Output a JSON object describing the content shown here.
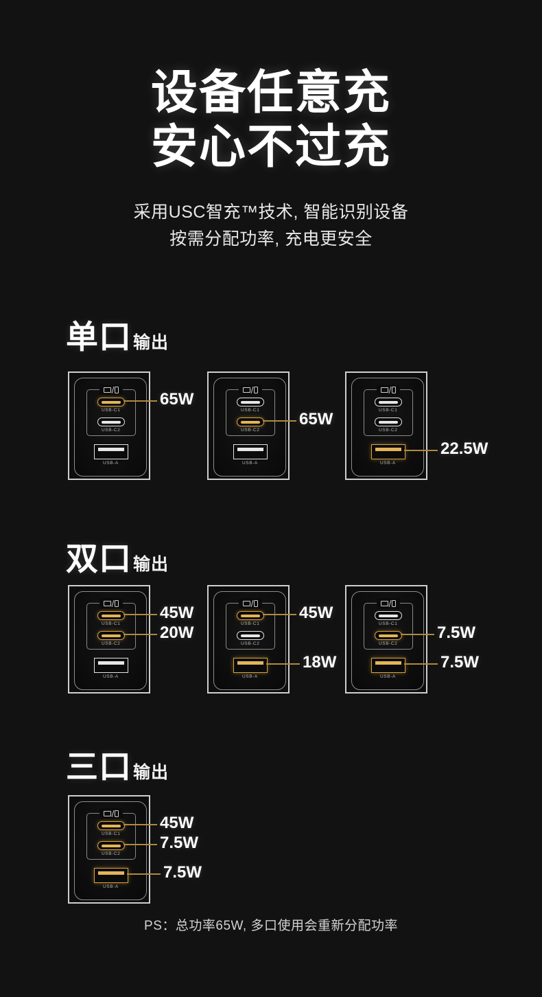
{
  "headline": {
    "line1": "设备任意充",
    "line2": "安心不过充"
  },
  "subhead": {
    "line1": "采用USC智充™技术, 智能识别设备",
    "line2": "按需分配功率, 充电更安全"
  },
  "port_labels": {
    "c1": "USB-C1",
    "c2": "USB-C2",
    "a": "USB-A"
  },
  "icons": {
    "device_group": "laptop-slash-phone-icon"
  },
  "colors": {
    "background": "#121212",
    "accent_gold": "#d9a441",
    "leader_line": "#b08a3c",
    "port_outline": "#e6e6e6",
    "text_primary": "#ffffff"
  },
  "sections": [
    {
      "title_big": "单口",
      "title_small": "输出",
      "units": [
        {
          "active": [
            "c1"
          ],
          "watts": {
            "c1": "65W"
          }
        },
        {
          "active": [
            "c2"
          ],
          "watts": {
            "c2": "65W"
          }
        },
        {
          "active": [
            "a"
          ],
          "watts": {
            "a": "22.5W"
          }
        }
      ]
    },
    {
      "title_big": "双口",
      "title_small": "输出",
      "units": [
        {
          "active": [
            "c1",
            "c2"
          ],
          "watts": {
            "c1": "45W",
            "c2": "20W"
          }
        },
        {
          "active": [
            "c1",
            "a"
          ],
          "watts": {
            "c1": "45W",
            "a": "18W"
          }
        },
        {
          "active": [
            "c2",
            "a"
          ],
          "watts": {
            "c2": "7.5W",
            "a": "7.5W"
          }
        }
      ]
    },
    {
      "title_big": "三口",
      "title_small": "输出",
      "units": [
        {
          "active": [
            "c1",
            "c2",
            "a"
          ],
          "watts": {
            "c1": "45W",
            "c2": "7.5W",
            "a": "7.5W"
          }
        }
      ]
    }
  ],
  "footer_note": "PS：总功率65W, 多口使用会重新分配功率"
}
